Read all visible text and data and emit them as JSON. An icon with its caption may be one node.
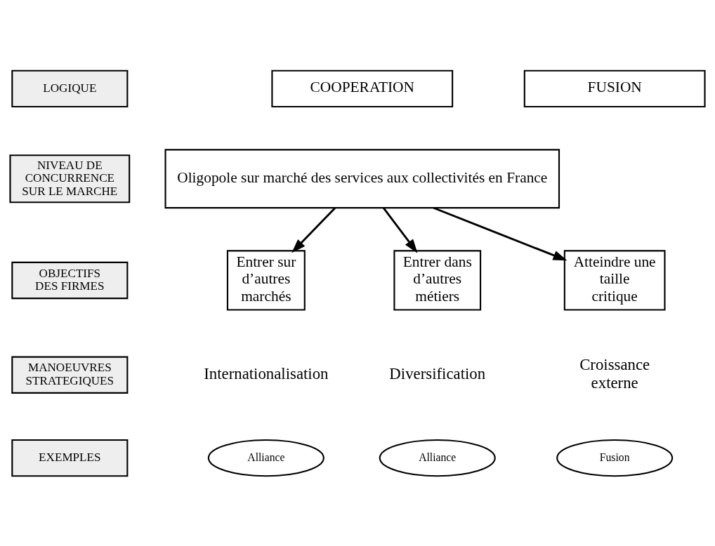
{
  "diagram": {
    "nodes": [
      {
        "text": [
          "LOGIQUE"
        ]
      },
      {
        "text": [
          "COOPERATION"
        ]
      },
      {
        "text": [
          "FUSION"
        ]
      },
      {
        "text": [
          "NIVEAU DE CONCURRENCE SUR LE MARCHE"
        ]
      },
      {
        "text": [
          "Oligopole sur marché des services aux collectivités en France"
        ]
      },
      {
        "text": [
          "OBJECTIFS DES FIRMES"
        ]
      },
      {
        "text": [
          "Entrer sur d’autres marchés"
        ]
      },
      {
        "text": [
          "Entrer dans d’autres métiers"
        ]
      },
      {
        "text": [
          "Atteindre une taille critique"
        ]
      },
      {
        "text": [
          "MANOEUVRES STRATEGIQUES"
        ]
      },
      {
        "text": [
          "EXEMPLES"
        ]
      },
      {
        "text": [
          "Alliance"
        ]
      },
      {
        "text": [
          "Alliance"
        ]
      },
      {
        "text": [
          "Fusion"
        ]
      }
    ],
    "edges": [
      {
        "from": 4,
        "to": 6,
        "arrow": "to"
      },
      {
        "from": 4,
        "to": 7,
        "arrow": "to"
      },
      {
        "from": 4,
        "to": 8,
        "arrow": "to"
      }
    ],
    "labels": [
      "Internationalisation",
      "Diversification",
      "Croissance externe"
    ]
  }
}
